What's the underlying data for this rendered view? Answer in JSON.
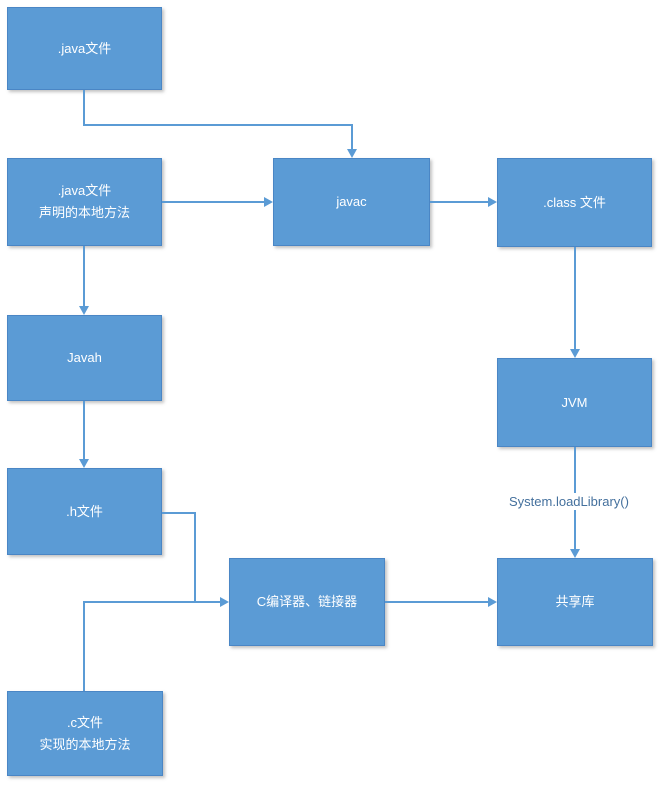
{
  "diagram": {
    "type": "flowchart",
    "background": "#ffffff",
    "colors": {
      "node_fill": "#5b9bd5",
      "node_border": "#4a86c5",
      "node_text": "#ffffff",
      "connector": "#5b9bd5",
      "edge_label_text": "#44709d"
    },
    "nodes": [
      {
        "id": "java-file",
        "label": ".java文件"
      },
      {
        "id": "java-file-native-decl",
        "lines": [
          ".java文件",
          "声明的本地方法"
        ]
      },
      {
        "id": "javac",
        "label": "javac"
      },
      {
        "id": "class-file",
        "label": ".class 文件"
      },
      {
        "id": "javah",
        "label": "Javah"
      },
      {
        "id": "jvm",
        "label": "JVM"
      },
      {
        "id": "h-file",
        "label": ".h文件"
      },
      {
        "id": "c-compiler-linker",
        "label": "C编译器、链接器"
      },
      {
        "id": "shared-library",
        "label": "共享库"
      },
      {
        "id": "c-file-native-impl",
        "lines": [
          ".c文件",
          "实现的本地方法"
        ]
      }
    ],
    "edges": [
      {
        "from": "java-file",
        "to": "javac",
        "label": ""
      },
      {
        "from": "java-file-native-decl",
        "to": "javac",
        "label": ""
      },
      {
        "from": "javac",
        "to": "class-file",
        "label": ""
      },
      {
        "from": "java-file-native-decl",
        "to": "javah",
        "label": ""
      },
      {
        "from": "javah",
        "to": "h-file",
        "label": ""
      },
      {
        "from": "class-file",
        "to": "jvm",
        "label": ""
      },
      {
        "from": "jvm",
        "to": "shared-library",
        "label": "System.loadLibrary()"
      },
      {
        "from": "h-file",
        "to": "c-compiler-linker",
        "label": ""
      },
      {
        "from": "c-file-native-impl",
        "to": "c-compiler-linker",
        "label": ""
      },
      {
        "from": "c-compiler-linker",
        "to": "shared-library",
        "label": ""
      }
    ]
  }
}
